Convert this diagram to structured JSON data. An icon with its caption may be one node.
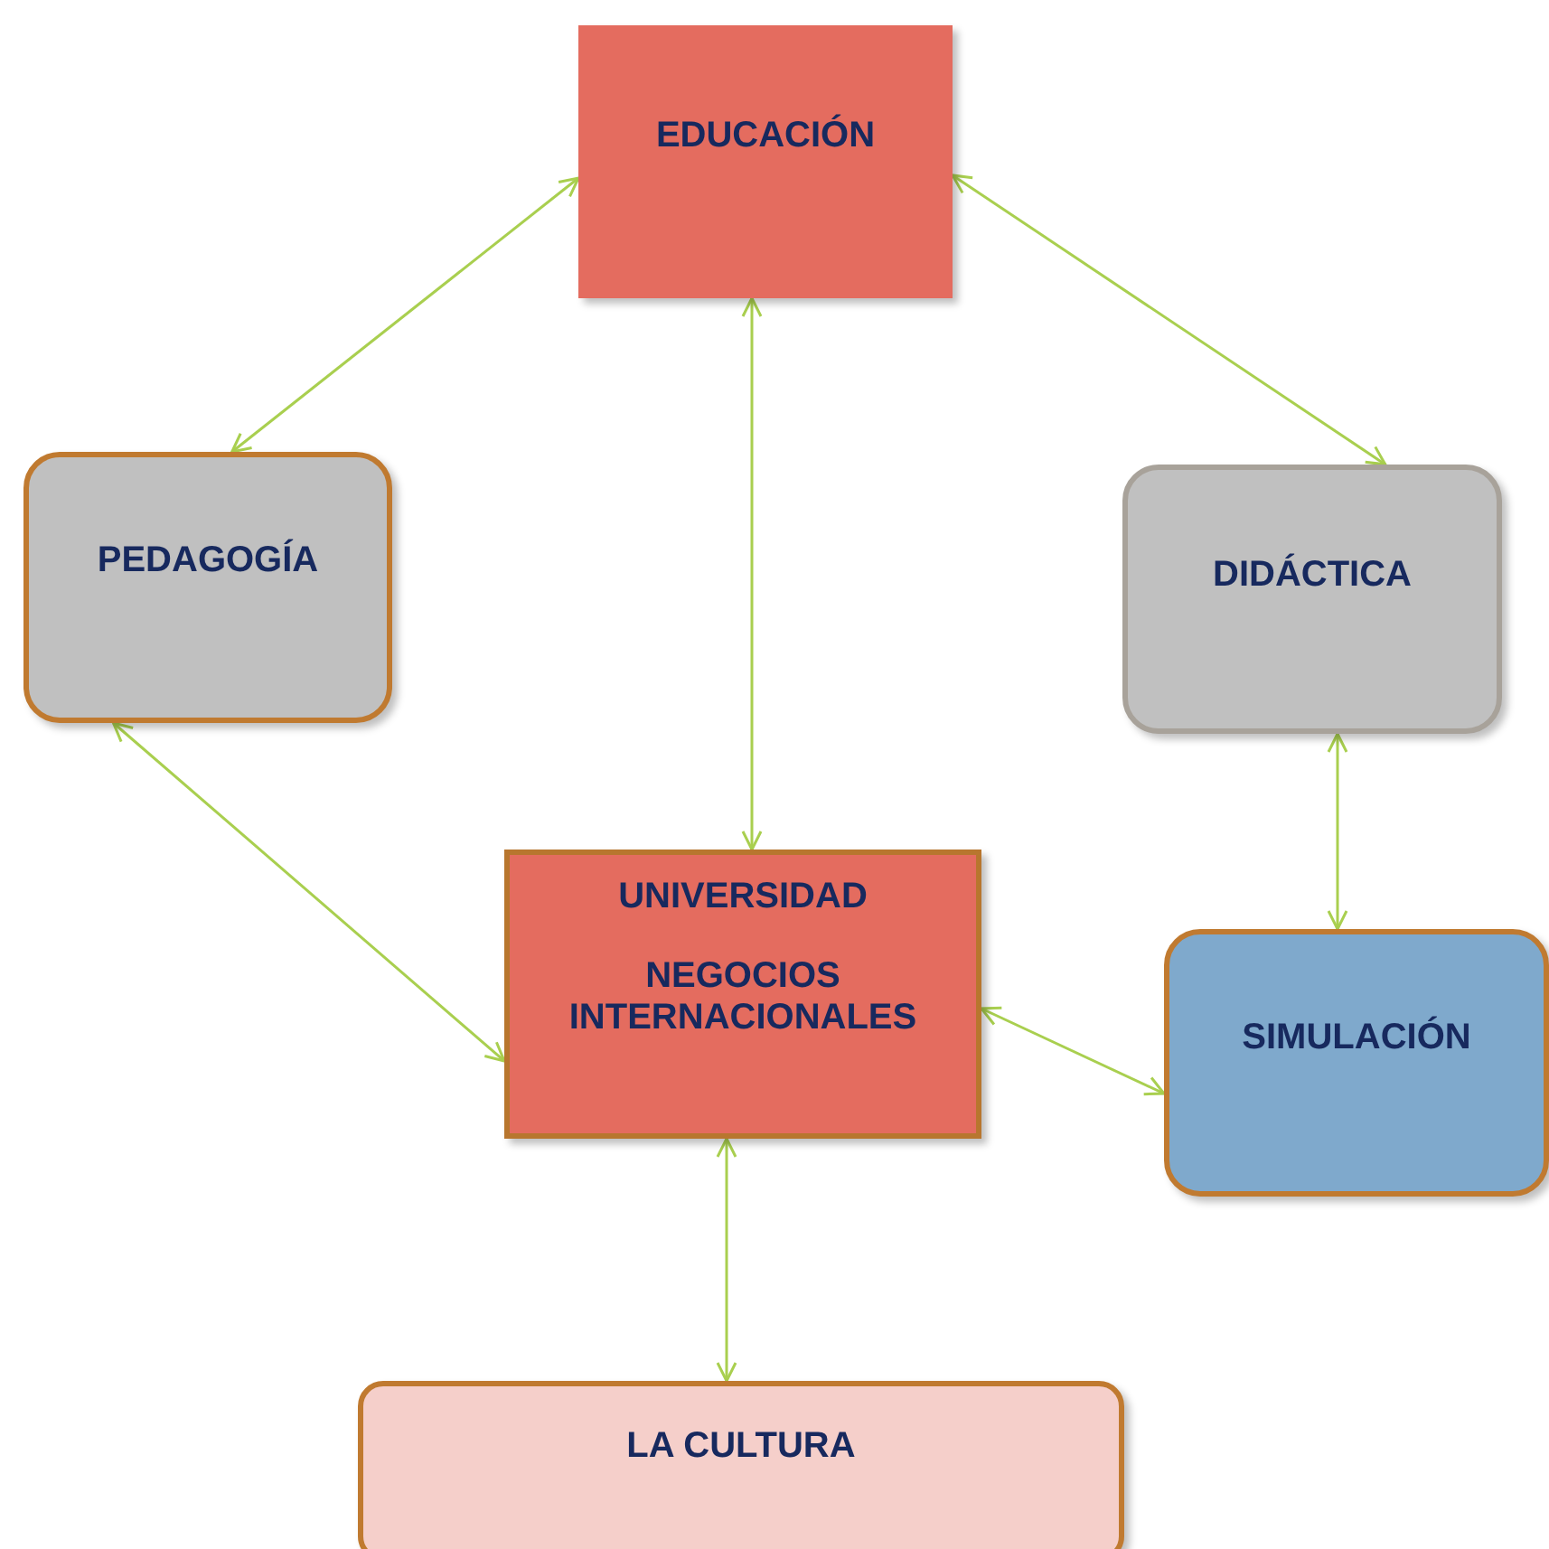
{
  "diagram": {
    "nodes": [
      {
        "text": [
          "EDUCACIÓN"
        ]
      },
      {
        "text": [
          "PEDAGOGÍA"
        ]
      },
      {
        "text": [
          "DIDÁCTICA"
        ]
      },
      {
        "text": [
          "UNIVERSIDAD",
          "NEGOCIOS INTERNACIONALES"
        ]
      },
      {
        "text": [
          "SIMULACIÓN"
        ]
      },
      {
        "text": [
          "LA CULTURA"
        ]
      }
    ],
    "edges": [
      {
        "from": 0,
        "to": 1,
        "arrow": "both"
      },
      {
        "from": 0,
        "to": 2,
        "arrow": "both"
      },
      {
        "from": 0,
        "to": 3,
        "arrow": "both"
      },
      {
        "from": 1,
        "to": 3,
        "arrow": "both"
      },
      {
        "from": 2,
        "to": 4,
        "arrow": "both"
      },
      {
        "from": 3,
        "to": 4,
        "arrow": "both"
      },
      {
        "from": 3,
        "to": 5,
        "arrow": "both"
      }
    ]
  }
}
